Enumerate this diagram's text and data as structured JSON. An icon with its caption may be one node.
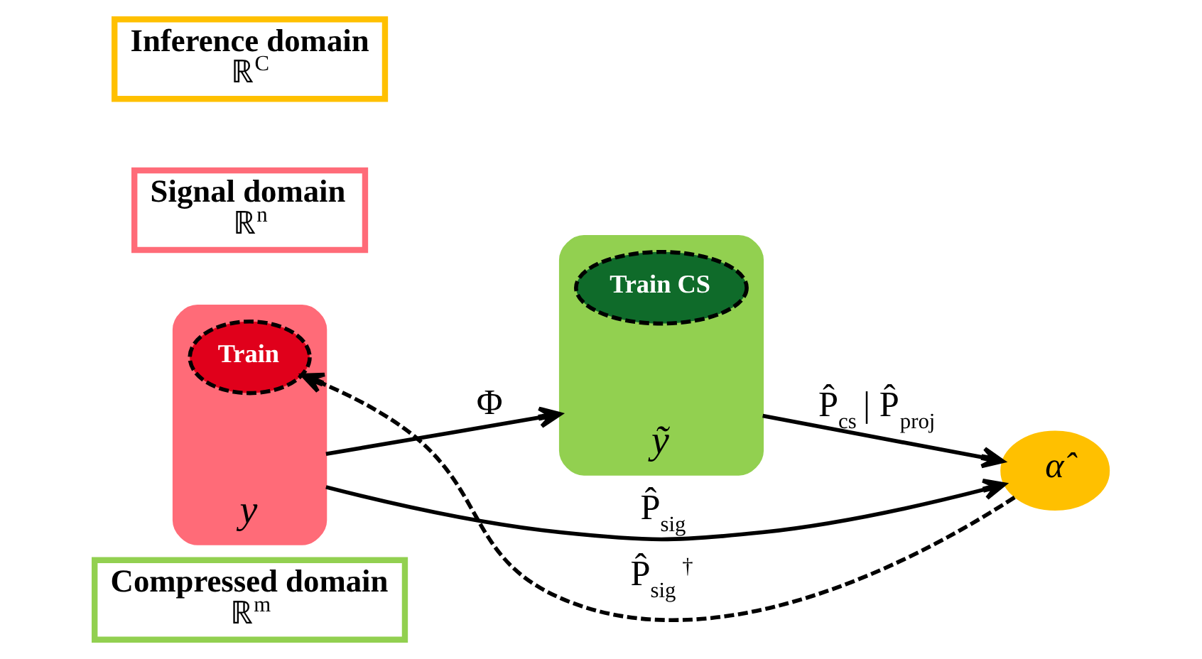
{
  "diagram": {
    "nodes": [
      {
        "text": [
          "Compressed domain",
          "ℝ$^{m}$"
        ]
      },
      {
        "text": [
          "ỹ"
        ]
      },
      {
        "text": [
          "Train CS"
        ],
        "in": 1
      },
      {
        "text": [
          "y"
        ]
      },
      {
        "text": [
          "Train"
        ],
        "in": 3
      },
      {
        "text": [
          "Signal domain",
          "ℝ$^{n}$"
        ]
      },
      {
        "text": [
          "α̂"
        ]
      },
      {
        "text": [
          "Inference domain",
          "ℝ$^{C}$"
        ]
      }
    ],
    "edges": [
      {
        "from": 3,
        "to": 1,
        "arrow": "to",
        "label": "Φ"
      },
      {
        "from": 1,
        "to": 6,
        "arrow": "to",
        "label": "P̂$_{cs}$ | P̂$_{proj}$"
      },
      {
        "from": 6,
        "to": 4,
        "arrow": "to",
        "style": "dashed",
        "label": "P̂$_{sig}$ $^{†}$"
      },
      {
        "from": 3,
        "to": 6,
        "arrow": "to",
        "label": "P̂$_{sig}$"
      }
    ]
  }
}
